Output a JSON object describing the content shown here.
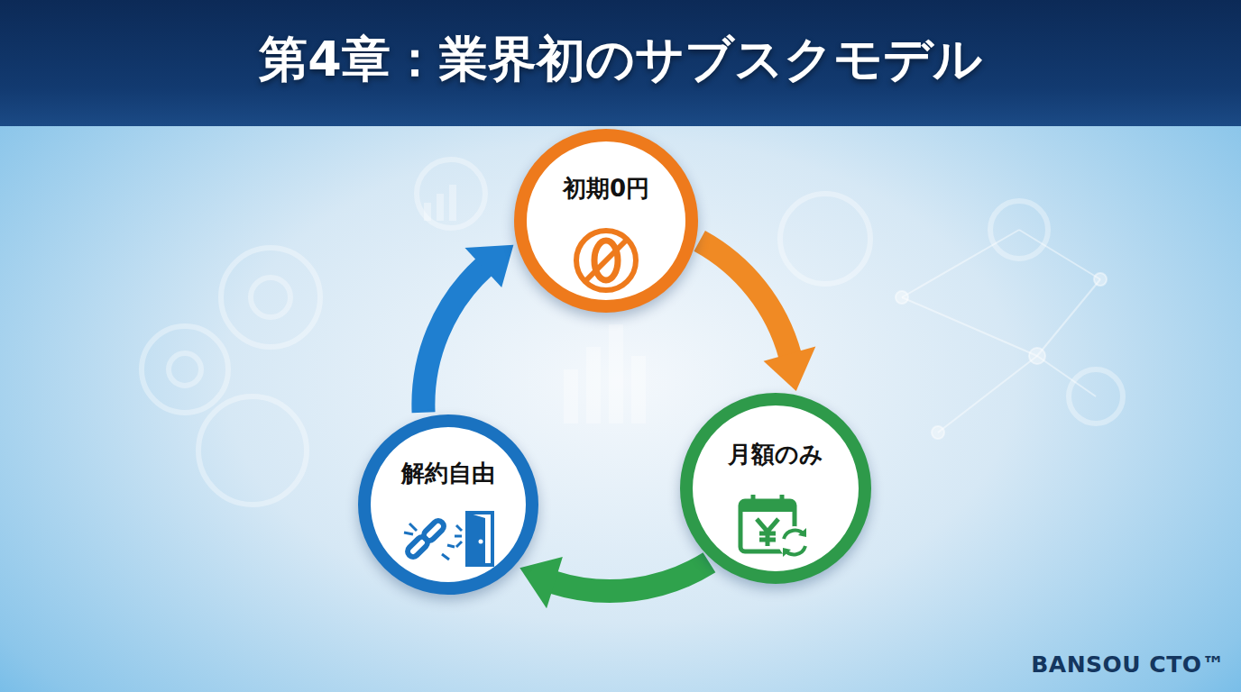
{
  "diagram": {
    "title": "第4章：業界初のサブスクモデル",
    "nodes": [
      {
        "text": [
          "初期0円"
        ]
      },
      {
        "text": [
          "月額のみ"
        ]
      },
      {
        "text": [
          "解約自由"
        ]
      }
    ],
    "edges": [
      {
        "from": 0,
        "to": 1,
        "arrow": "to"
      },
      {
        "from": 1,
        "to": 2,
        "arrow": "to"
      },
      {
        "from": 2,
        "to": 0,
        "arrow": "to"
      }
    ],
    "labels": [
      "BANSOU CTO™"
    ]
  }
}
